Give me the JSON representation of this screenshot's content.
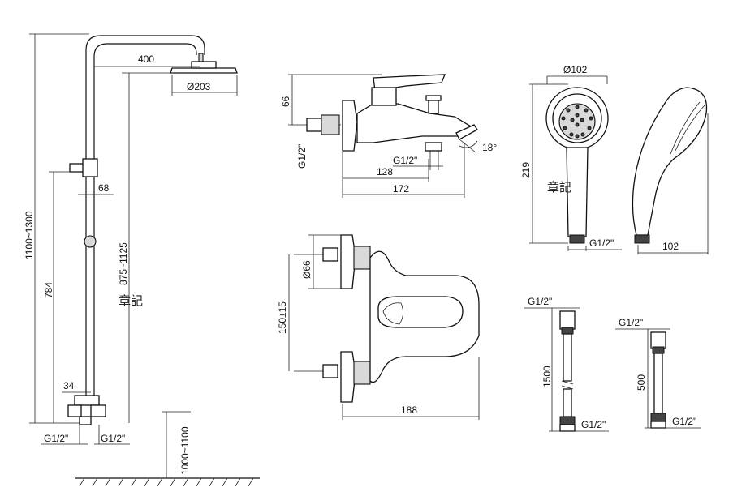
{
  "colors": {
    "line": "#111111",
    "fill": "#d9d9d9",
    "background": "#ffffff"
  },
  "shower_column": {
    "height_range": "1100~1300",
    "arm_reach": "400",
    "head_diameter": "Ø203",
    "slide_range": "875~1125",
    "valve_offset": "68",
    "rail_length": "784",
    "lower_offset": "34",
    "inlet_left": "G1/2\"",
    "inlet_right": "G1/2\"",
    "floor_height": "1000~1100"
  },
  "bath_mixer_side": {
    "height": "66",
    "inlet": "G1/2\"",
    "outlet": "G1/2\"",
    "depth": "128",
    "total_depth": "172",
    "angle": "18°"
  },
  "bath_mixer_front": {
    "flange": "Ø66",
    "centers": "150±15",
    "width": "188"
  },
  "hand_shower": {
    "diameter": "Ø102",
    "length": "219",
    "thread": "G1/2\"",
    "side_depth": "102"
  },
  "hose_long": {
    "length": "1500",
    "top": "G1/2\"",
    "bottom": "G1/2\""
  },
  "hose_short": {
    "length": "500",
    "top": "G1/2\"",
    "bottom": "G1/2\""
  },
  "watermark": [
    "章記",
    "章記"
  ]
}
